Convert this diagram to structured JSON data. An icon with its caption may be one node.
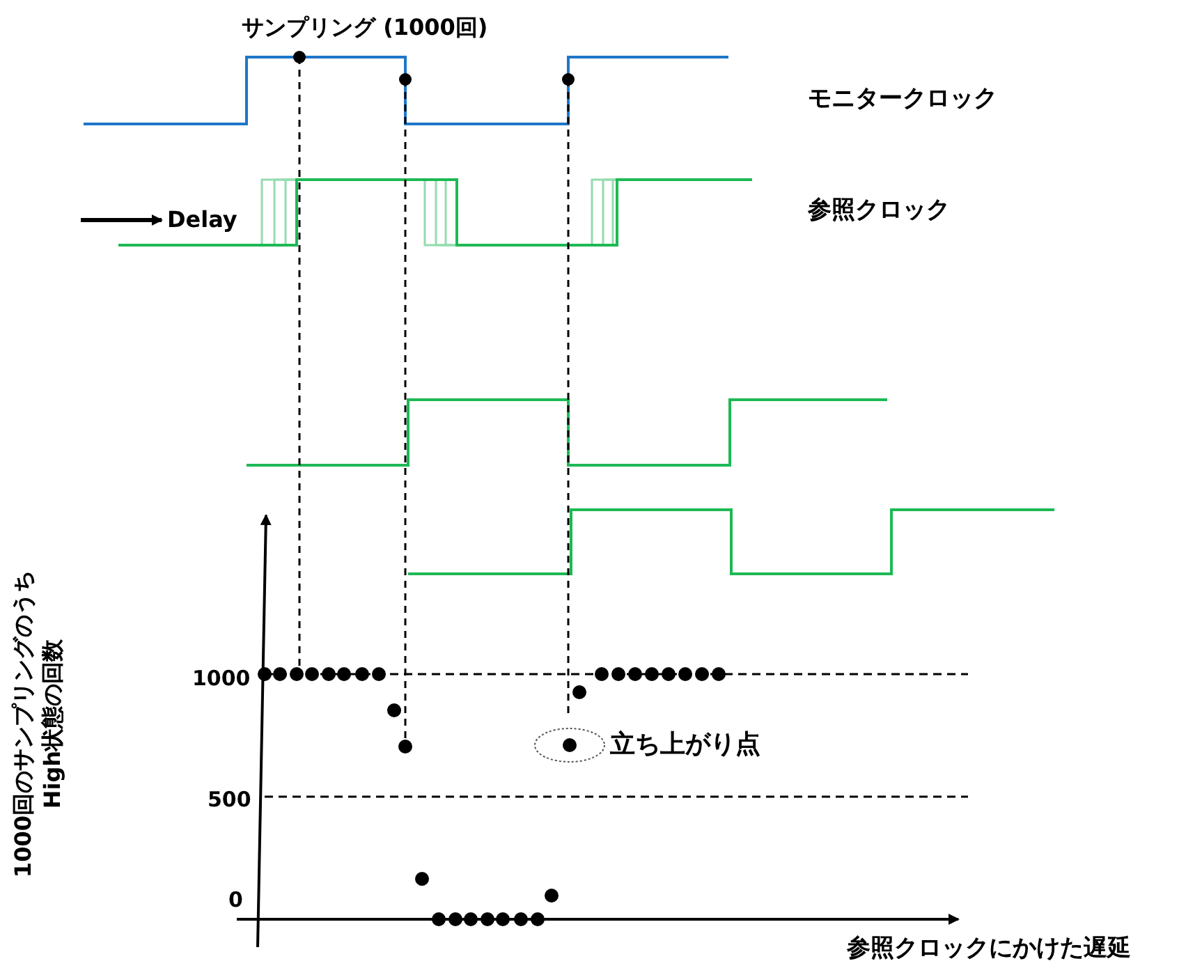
{
  "diagram": {
    "labels": [
      "サンプリング (1000回)",
      "モニタークロック",
      "Delay",
      "参照クロック",
      "1000回のサンプリングのうちHigh状態の回数",
      "1000",
      "立ち上がり点",
      "500",
      "0",
      "参照クロックにかけた遅延"
    ]
  }
}
